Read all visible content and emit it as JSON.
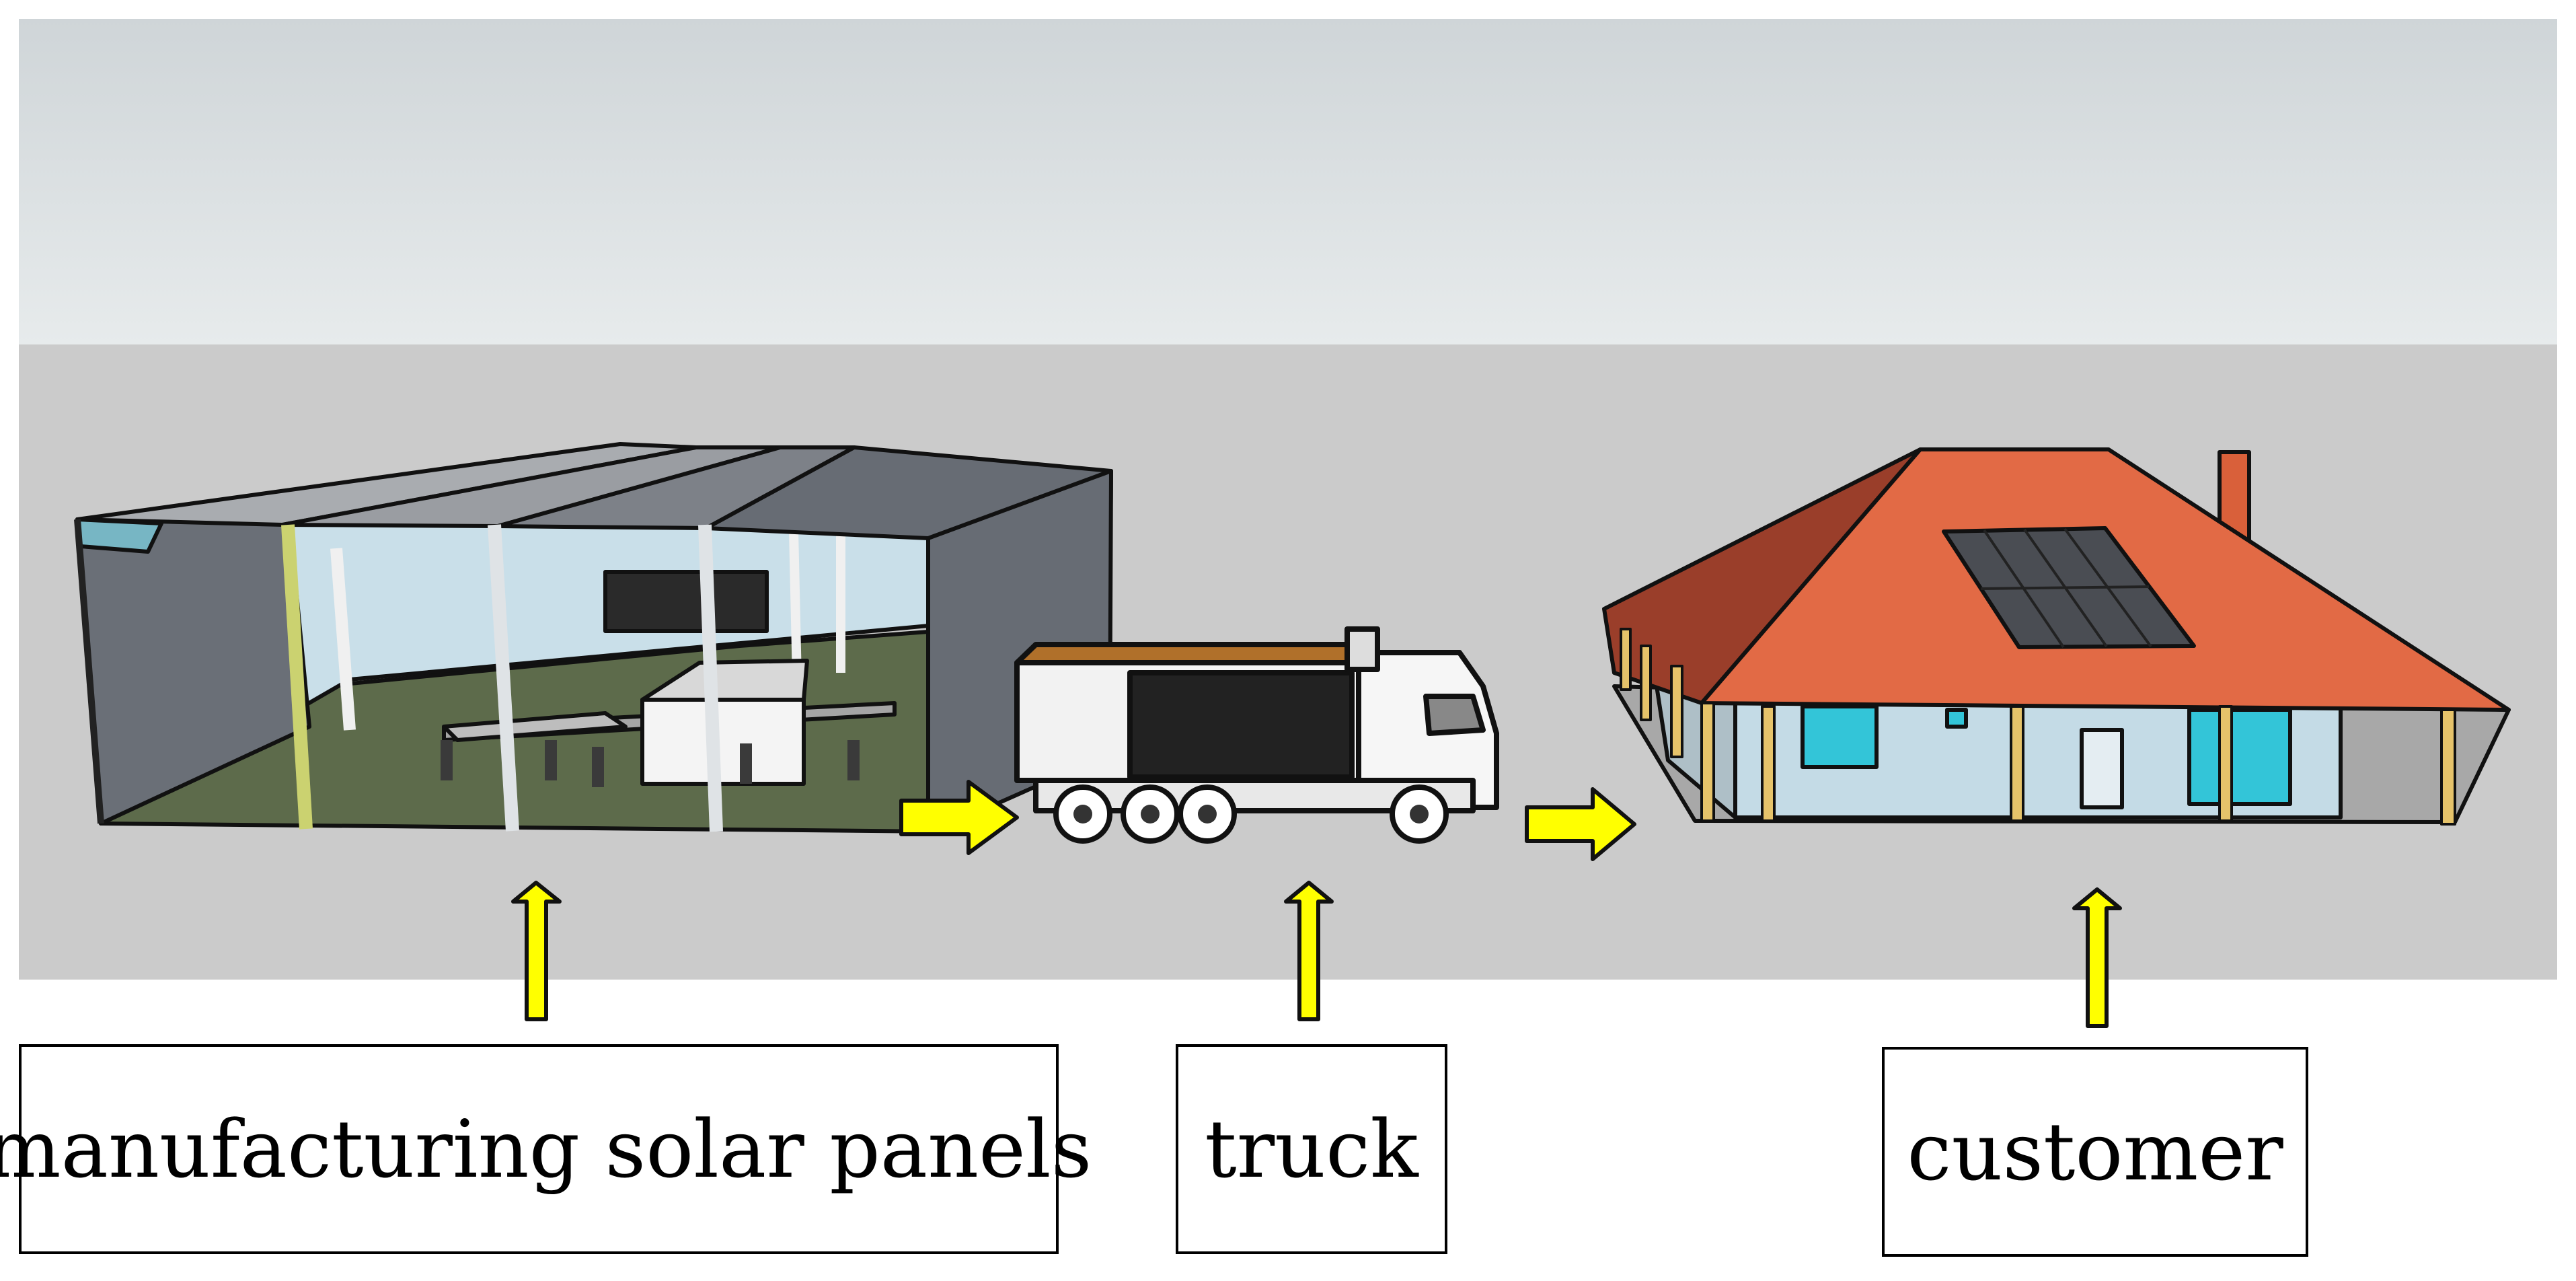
{
  "labels": {
    "manufacturing": "manufacturing solar panels",
    "truck": "truck",
    "customer": "customer"
  },
  "icons": {
    "factory": "factory-shed-icon",
    "truck": "truck-icon",
    "house": "house-with-solar-panels-icon",
    "flow_arrow": "right-arrow-icon",
    "pointer_arrow": "up-arrow-icon"
  },
  "colors": {
    "sky_top": "#cfd5d8",
    "sky_bottom": "#e6eaeb",
    "ground": "#cbcbcb",
    "arrow_fill": "#ffff00",
    "roof": "#e26a45",
    "shed": "#6b7078",
    "floor": "#5d6b4b",
    "wall": "#c4dbe6",
    "window": "#33c5d8"
  }
}
